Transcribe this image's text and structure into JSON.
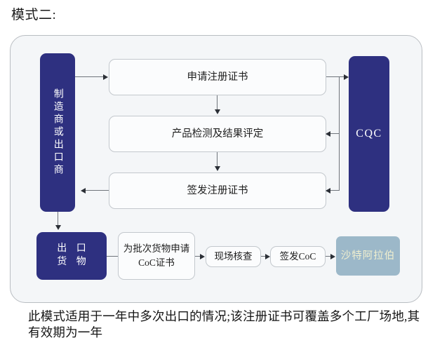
{
  "page": {
    "title": "模式二:",
    "caption": "此模式适用于一年中多次出口的情况;该注册证书可覆盖多个工厂场地,其有效期为一年"
  },
  "colors": {
    "node_dark_blue": "#2e3080",
    "node_teal": "#9cb8c9",
    "teal_text": "#f0efcf",
    "frame_background": "#f4f6f8",
    "frame_border": "#b9bdc2",
    "connector": "#6f747b",
    "light_node_background": "#fbfcfd",
    "light_node_border": "#c3c8cd"
  },
  "flow": {
    "actor_left": {
      "label": "制造商或出口商",
      "style": "dark-blue-vertical"
    },
    "actor_right": {
      "label": "CQC",
      "style": "dark-blue"
    },
    "steps": [
      {
        "id": "step-apply",
        "label": "申请注册证书"
      },
      {
        "id": "step-test",
        "label": "产品检测及结果评定"
      },
      {
        "id": "step-issue",
        "label": "签发注册证书"
      }
    ],
    "shipment": {
      "source": {
        "label_line1": "出 口",
        "label_line2": "货 物",
        "style": "dark-blue"
      },
      "steps": [
        {
          "id": "step-coc-apply",
          "label_line1": "为批次货物申请",
          "label_line2": "CoC证书"
        },
        {
          "id": "step-inspection",
          "label": "现场核查"
        },
        {
          "id": "step-issue-coc",
          "label": "签发CoC"
        }
      ],
      "destination": {
        "label": "沙特阿拉伯",
        "style": "teal"
      }
    }
  }
}
